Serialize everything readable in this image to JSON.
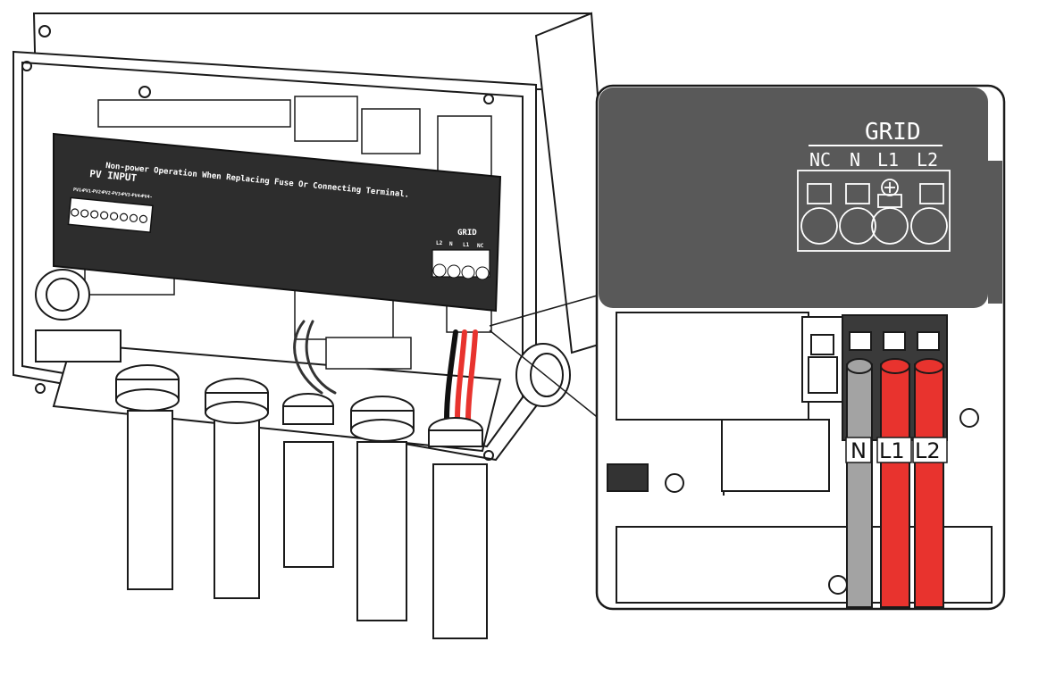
{
  "pv_label": "PV INPUT",
  "pv_terminals": [
    "PV1+",
    "PV1-",
    "PV2+",
    "PV2-",
    "PV3+",
    "PV3-",
    "PV4+",
    "PV4-"
  ],
  "warning_text": "Non-power Operation When Replacing Fuse Or Connecting Terminal.",
  "board_grid_label": "GRID",
  "board_grid_terminals": [
    "L2",
    "N",
    "L1",
    "NC"
  ],
  "callout": {
    "grid_title": "GRID",
    "terminals": [
      "NC",
      "N",
      "L1",
      "L2"
    ],
    "wires": [
      {
        "tag": "N",
        "color": "#a3a3a3"
      },
      {
        "tag": "L1",
        "color": "#e8332e"
      },
      {
        "tag": "L2",
        "color": "#e8332e"
      }
    ]
  },
  "colors": {
    "panel": "#595959",
    "wire_neutral": "#a3a3a3",
    "wire_live": "#e8332e",
    "outline": "#1a1a1a"
  }
}
